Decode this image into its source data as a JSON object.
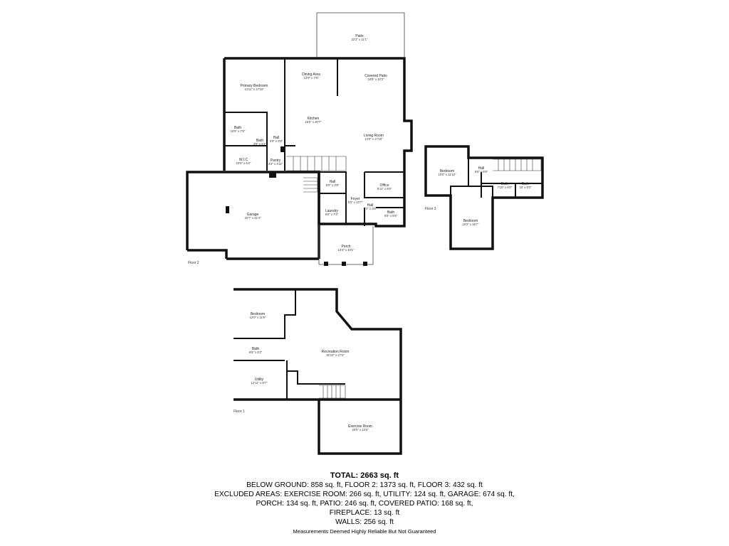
{
  "rooms": {
    "patio": {
      "name": "Patio",
      "dim": "22'2\" x 11'1\""
    },
    "primary_bedroom": {
      "name": "Primary Bedroom",
      "dim": "14'11\" x 17'10\""
    },
    "dining": {
      "name": "Dining Area",
      "dim": "12'9\" x 7'6\""
    },
    "covered_patio": {
      "name": "Covered Patio",
      "dim": "16'8\" x 10'2\""
    },
    "kitchen": {
      "name": "Kitchen",
      "dim": "15'5\" x 20'7\""
    },
    "bath_primary": {
      "name": "Bath",
      "dim": "10'5\" x 7'6\""
    },
    "hall_a": {
      "name": "Hall",
      "dim": "4'3\" x 3'9\""
    },
    "bath_small": {
      "name": "Bath",
      "dim": "4'5\" x 5'1\""
    },
    "living": {
      "name": "Living Room",
      "dim": "14'0\" x 17'10\""
    },
    "wic": {
      "name": "W.I.C",
      "dim": "10'5\" x 6'4\""
    },
    "pantry": {
      "name": "Pantry",
      "dim": "4'2\" x 3'11\""
    },
    "hall_b": {
      "name": "Hall",
      "dim": "6'0\" x 3'8\""
    },
    "office": {
      "name": "Office",
      "dim": "8'11\" x 6'6\""
    },
    "garage": {
      "name": "Garage",
      "dim": "32'7\" x 21'4\""
    },
    "foyer": {
      "name": "Foyer",
      "dim": "5'0\" x 13'7\""
    },
    "laundry": {
      "name": "Laundry",
      "dim": "6'0\" x 7'3\""
    },
    "hall_c": {
      "name": "Hall",
      "dim": "2'2\" x 3'6\""
    },
    "bath_c": {
      "name": "Bath",
      "dim": "5'5\" x 6'5\""
    },
    "porch": {
      "name": "Porch",
      "dim": "13'4\" x 10'1\""
    },
    "bedroom_f3a": {
      "name": "Bedroom",
      "dim": "10'0\" x 11'10\""
    },
    "hall_f3": {
      "name": "Hall",
      "dim": "6'6\" x 6'9\""
    },
    "bath_f3a": {
      "name": "Bath",
      "dim": "7'10\" x 6'0\""
    },
    "bath_f3b": {
      "name": "Bath",
      "dim": "10' x 6'0\""
    },
    "bedroom_f3b": {
      "name": "Bedroom",
      "dim": "10'2\" x 15'7\""
    },
    "bedroom_f1": {
      "name": "Bedroom",
      "dim": "12'0\" x 11'9\""
    },
    "bath_f1": {
      "name": "Bath",
      "dim": "8'6\" x 5'3\""
    },
    "recreation": {
      "name": "Recreation Room",
      "dim": "32'10\" x 27'2\""
    },
    "utility": {
      "name": "Utility",
      "dim": "12'11\" x 9'7\""
    },
    "exercise": {
      "name": "Exercise Room",
      "dim": "20'0\" x 13'3\""
    }
  },
  "floor_labels": {
    "floor2": "Floor 2",
    "floor3": "Floor 3",
    "floor1": "Floor 1"
  },
  "summary": {
    "total": "TOTAL: 2663 sq. ft",
    "line1": "BELOW GROUND: 858 sq. ft, FLOOR 2: 1373 sq. ft, FLOOR 3: 432 sq. ft",
    "line2": "EXCLUDED AREAS: EXERCISE ROOM: 266 sq. ft, UTILITY: 124 sq. ft, GARAGE: 674 sq. ft,",
    "line3": "PORCH: 134 sq. ft, PATIO: 246 sq. ft, COVERED PATIO: 168 sq. ft,",
    "line4": "FIREPLACE: 13 sq. ft",
    "line5": "WALLS: 256 sq. ft"
  },
  "disclaimer": "Measurements Deemed Highly Reliable But Not Guaranteed"
}
